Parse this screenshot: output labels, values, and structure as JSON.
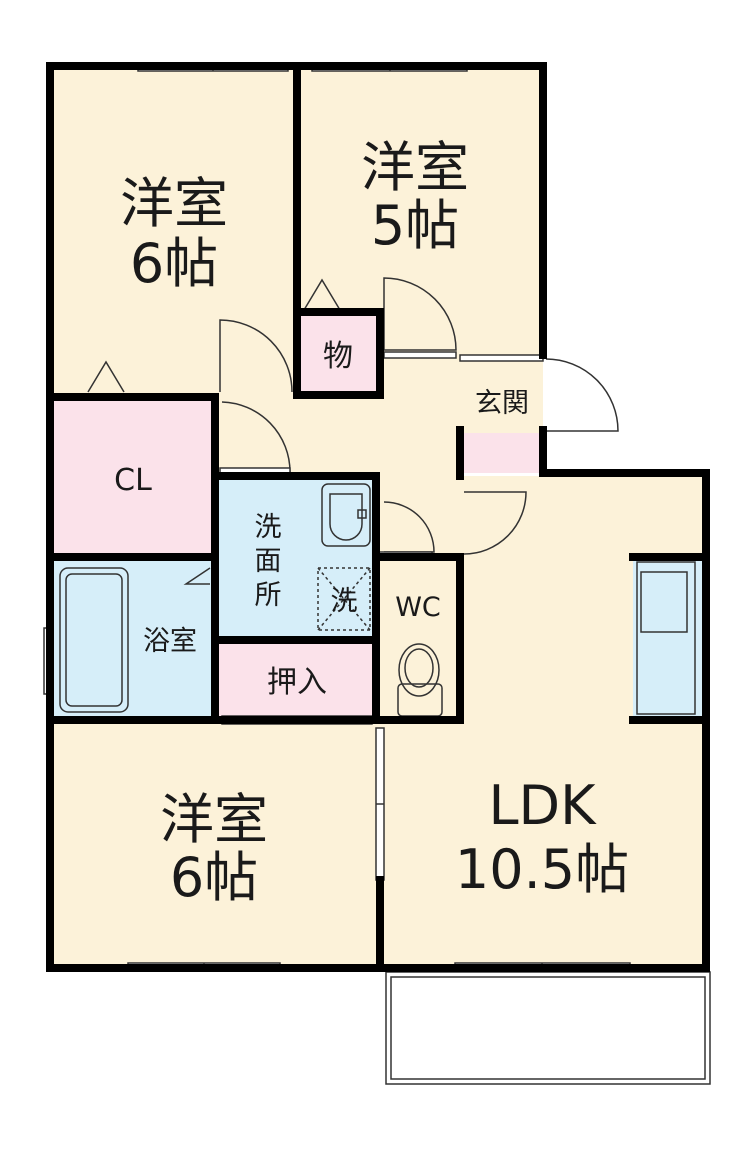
{
  "rooms": {
    "western_room_top_left": {
      "name": "洋室",
      "size": "6帖"
    },
    "western_room_top_right": {
      "name": "洋室",
      "size": "5帖"
    },
    "storage": {
      "name": "物"
    },
    "entrance": {
      "name": "玄関"
    },
    "closet": {
      "name": "CL"
    },
    "washroom": {
      "name_chars": [
        "洗",
        "面",
        "所"
      ]
    },
    "washing_machine": {
      "name": "洗"
    },
    "toilet": {
      "name": "WC"
    },
    "bathroom": {
      "name": "浴室"
    },
    "oshiire": {
      "name": "押入"
    },
    "western_room_bottom": {
      "name": "洋室",
      "size": "6帖"
    },
    "ldk": {
      "name": "LDK",
      "size": "10.5帖"
    }
  },
  "colors": {
    "western_room": "#fcf2d9",
    "closet_storage": "#fbe2ea",
    "wet_area": "#d6eef9",
    "wall": "#000000"
  }
}
